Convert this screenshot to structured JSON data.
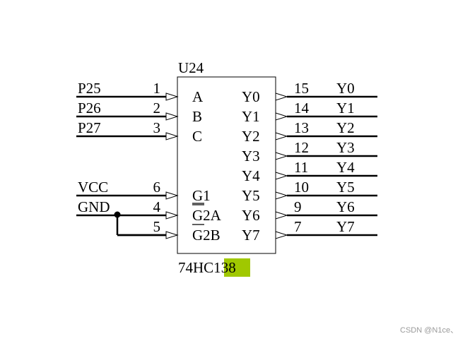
{
  "chip": {
    "ref": "U24",
    "part_prefix": "74HC1",
    "part_suffix": "38",
    "highlight_color": "#a0c800"
  },
  "left_pins": [
    {
      "net": "P25",
      "num": "1",
      "name": "A",
      "bar": false
    },
    {
      "net": "P26",
      "num": "2",
      "name": "B",
      "bar": false
    },
    {
      "net": "P27",
      "num": "3",
      "name": "C",
      "bar": false
    },
    {
      "net": "VCC",
      "num": "6",
      "name": "G1",
      "bar": false
    },
    {
      "net": "GND",
      "num": "4",
      "name": "G2A",
      "bar": true
    },
    {
      "net": "",
      "num": "5",
      "name": "G2B",
      "bar": true
    }
  ],
  "right_pins": [
    {
      "name": "Y0",
      "num": "15",
      "net": "Y0"
    },
    {
      "name": "Y1",
      "num": "14",
      "net": "Y1"
    },
    {
      "name": "Y2",
      "num": "13",
      "net": "Y2"
    },
    {
      "name": "Y3",
      "num": "12",
      "net": "Y3"
    },
    {
      "name": "Y4",
      "num": "11",
      "net": "Y4"
    },
    {
      "name": "Y5",
      "num": "10",
      "net": "Y5"
    },
    {
      "name": "Y6",
      "num": "9",
      "net": "Y6"
    },
    {
      "name": "Y7",
      "num": "7",
      "net": "Y7"
    }
  ],
  "watermark": "CSDN @N1ce、"
}
